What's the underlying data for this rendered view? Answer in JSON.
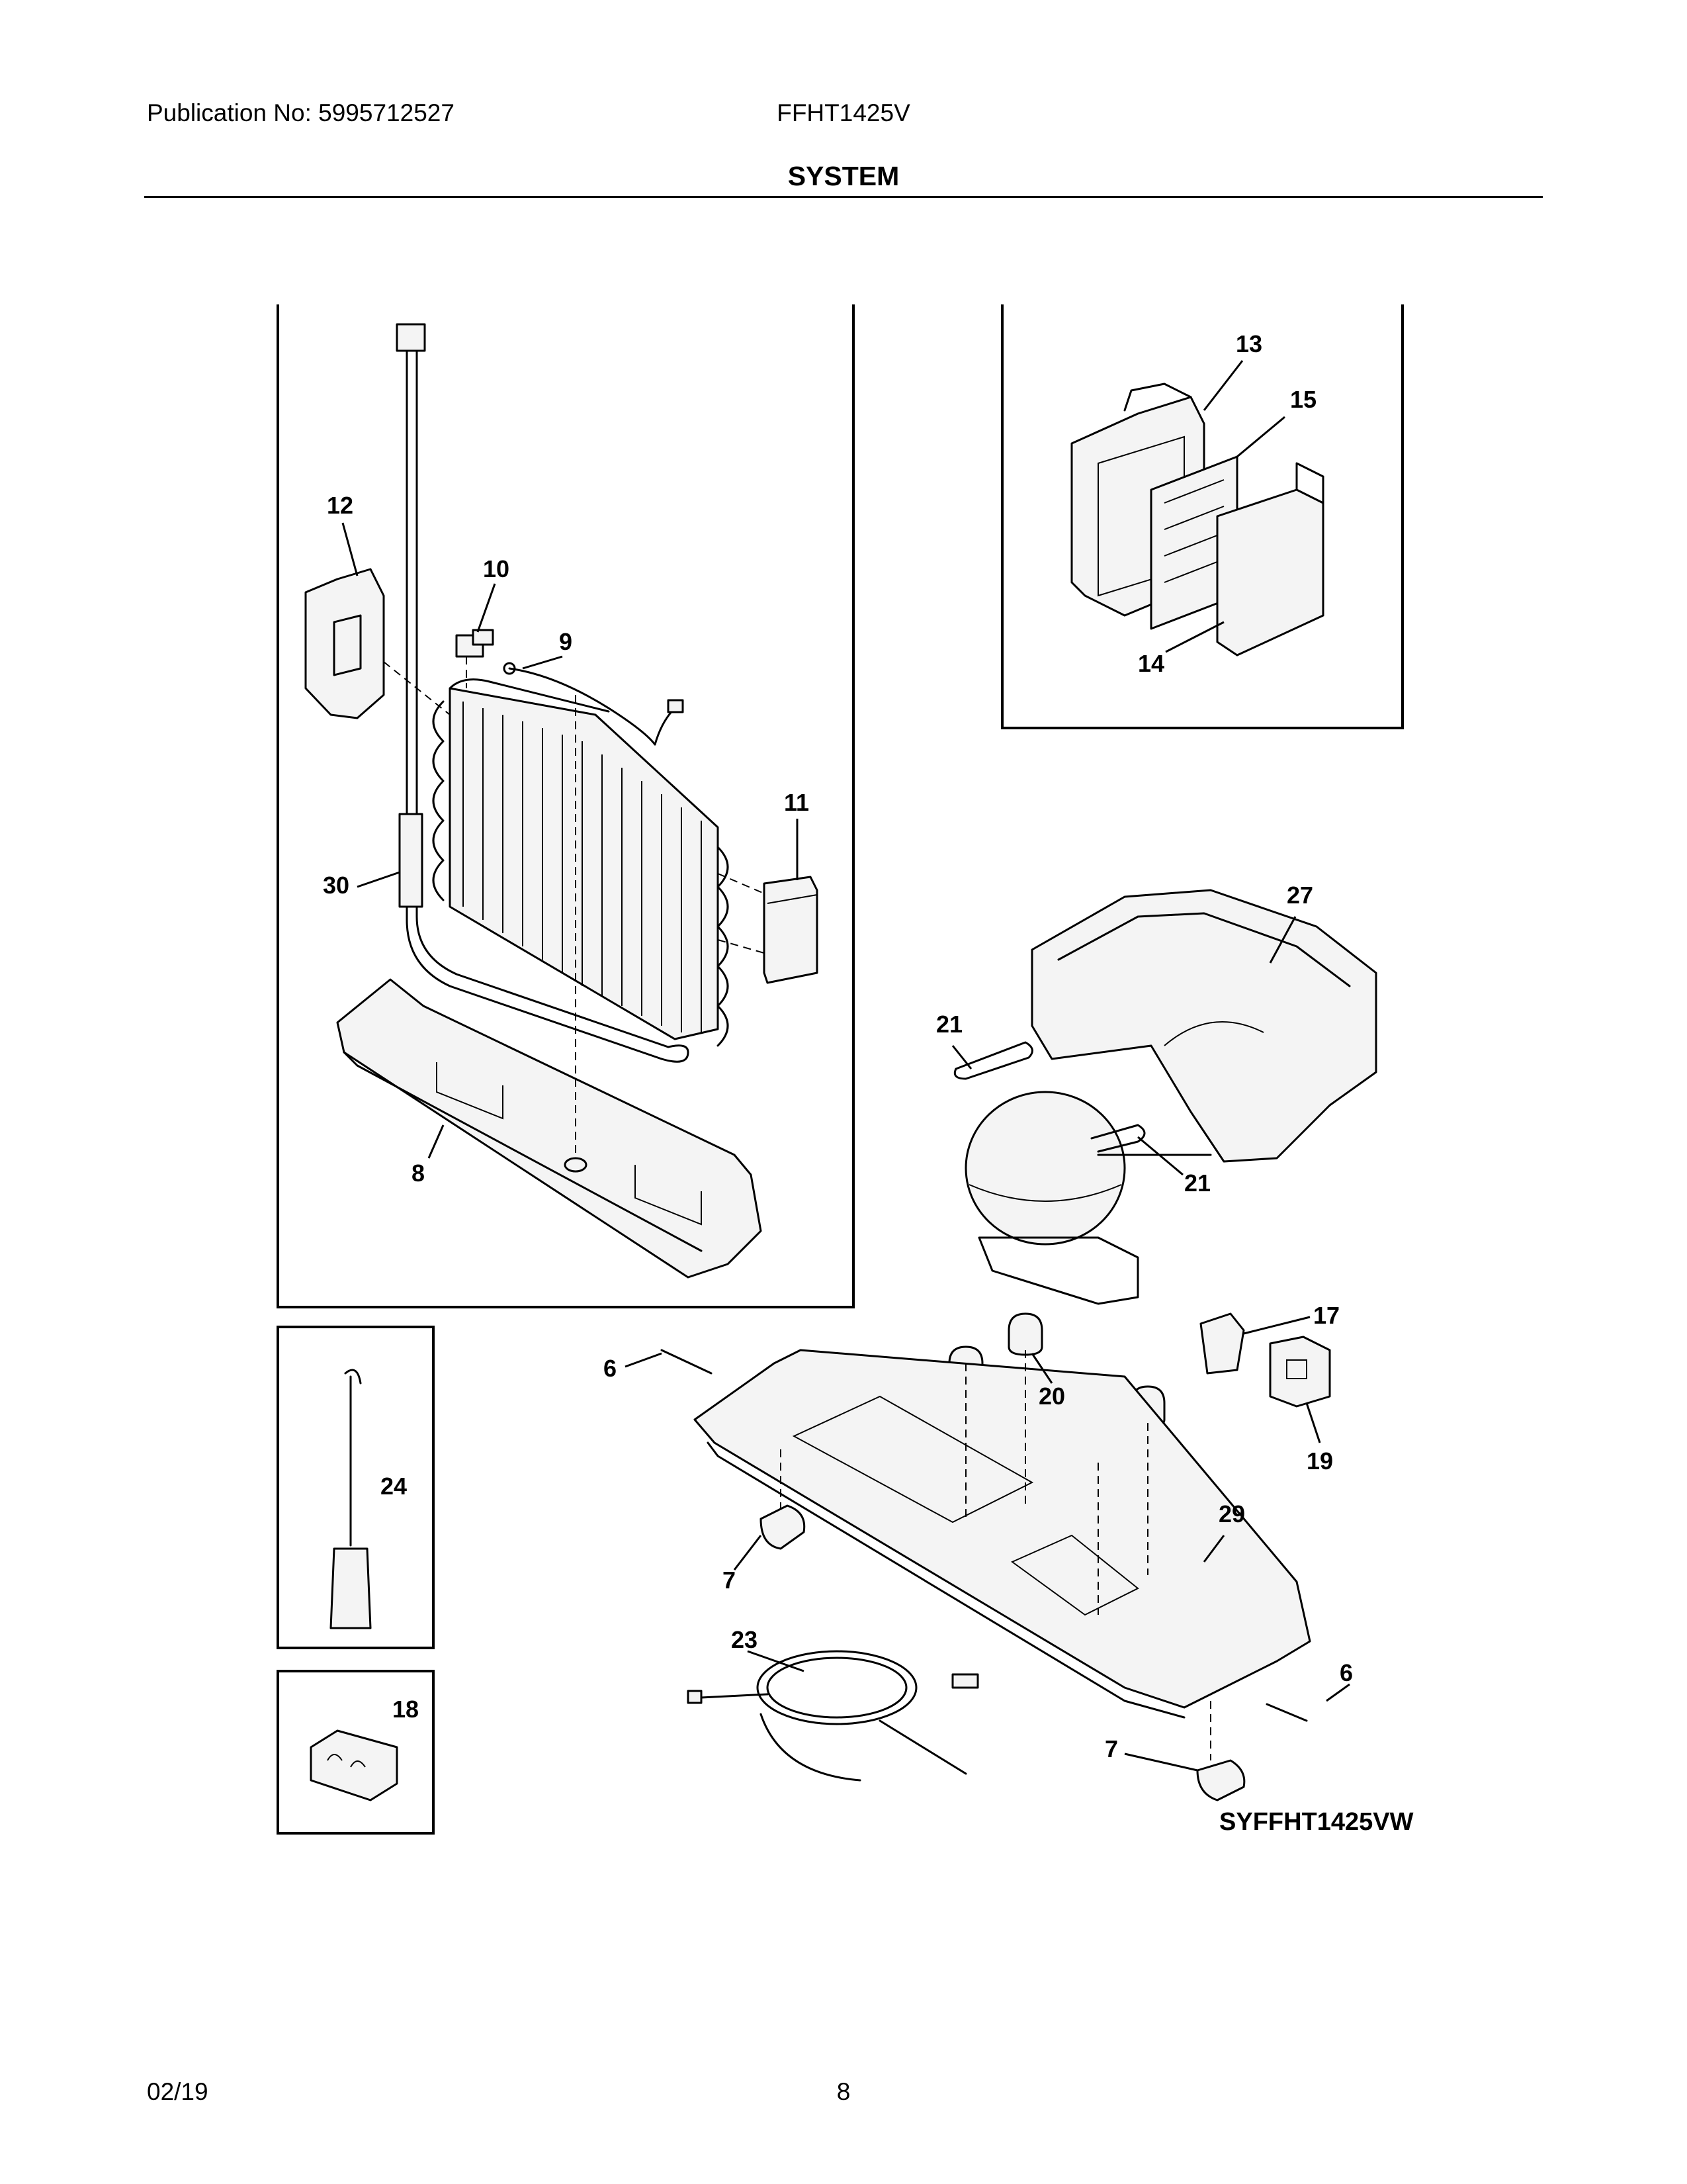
{
  "header": {
    "publication": "Publication No: 5995712527",
    "model": "FFHT1425V",
    "section_title": "SYSTEM"
  },
  "footer": {
    "date": "02/19",
    "page_number": "8"
  },
  "diagram": {
    "figure_code": "SYFFHT1425VW",
    "callouts": {
      "c12": "12",
      "c10": "10",
      "c9": "9",
      "c11": "11",
      "c30": "30",
      "c8": "8",
      "c13": "13",
      "c15": "15",
      "c14": "14",
      "c27": "27",
      "c21a": "21",
      "c21b": "21",
      "c17": "17",
      "c20": "20",
      "c19": "19",
      "c6a": "6",
      "c6b": "6",
      "c24": "24",
      "c29": "29",
      "c7a": "7",
      "c7b": "7",
      "c23": "23",
      "c18": "18"
    }
  }
}
